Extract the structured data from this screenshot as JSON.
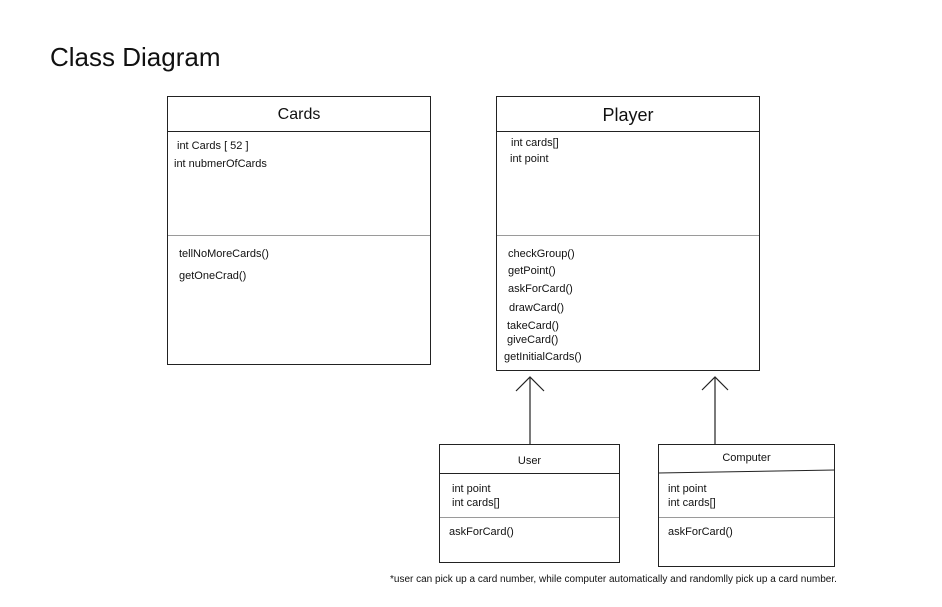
{
  "title": "Class Diagram",
  "classes": {
    "cards": {
      "name": "Cards",
      "attributes": [
        "int Cards [ 52 ]",
        "int nubmerOfCards"
      ],
      "methods": [
        "tellNoMoreCards()",
        "getOneCrad()"
      ]
    },
    "player": {
      "name": "Player",
      "attributes": [
        "int cards[]",
        "int point"
      ],
      "methods": [
        "checkGroup()",
        "getPoint()",
        "askForCard()",
        "drawCard()",
        "takeCard()",
        "giveCard()",
        "getInitialCards()"
      ]
    },
    "user": {
      "name": "User",
      "attributes": [
        "int point",
        "int cards[]"
      ],
      "methods": [
        "askForCard()"
      ]
    },
    "computer": {
      "name": "Computer",
      "attributes": [
        "int point",
        "int cards[]"
      ],
      "methods": [
        "askForCard()"
      ]
    }
  },
  "relations": [
    {
      "from": "User",
      "to": "Player",
      "type": "inheritance"
    },
    {
      "from": "Computer",
      "to": "Player",
      "type": "inheritance"
    }
  ],
  "note": "*user can pick up a card number, while computer automatically and randomlly pick up a card number."
}
